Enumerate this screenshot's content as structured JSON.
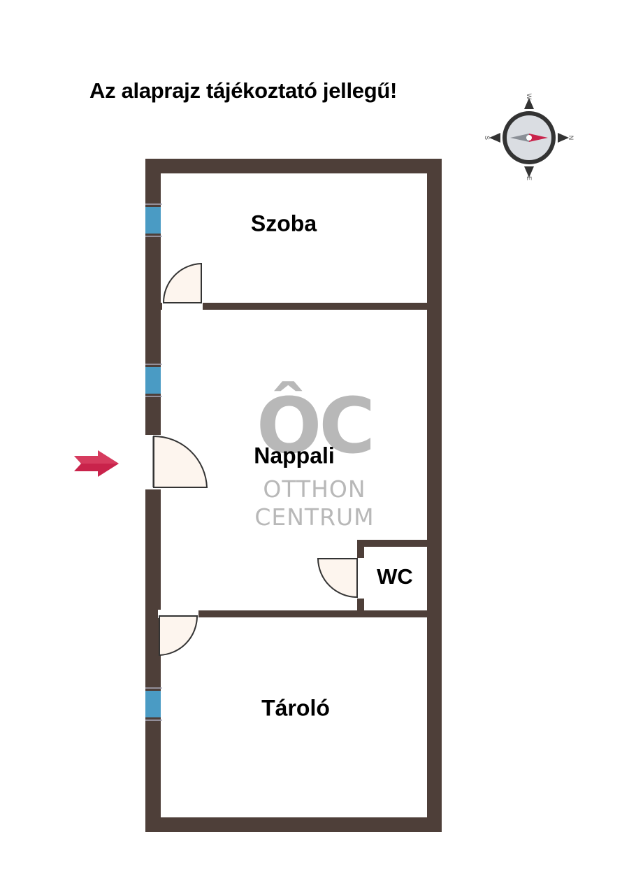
{
  "notice": "Az alaprajz tájékoztató jellegű!",
  "compass": {
    "n": "N",
    "s": "S",
    "e": "E",
    "w": "W"
  },
  "rooms": {
    "szoba": "Szoba",
    "nappali": "Nappali",
    "wc": "WC",
    "tarolo": "Tároló"
  },
  "watermark": {
    "mark": "ÔC",
    "line1": "OTTHON",
    "line2": "CENTRUM"
  },
  "colors": {
    "wall": "#4e3f39",
    "window": "#4a9bc4",
    "door_fill": "#fdf5ee",
    "arrow": "#c9234b",
    "watermark": "#b8b8b8"
  },
  "icons": {
    "entry": "entry-arrow-icon",
    "compass": "compass-rose-icon"
  }
}
